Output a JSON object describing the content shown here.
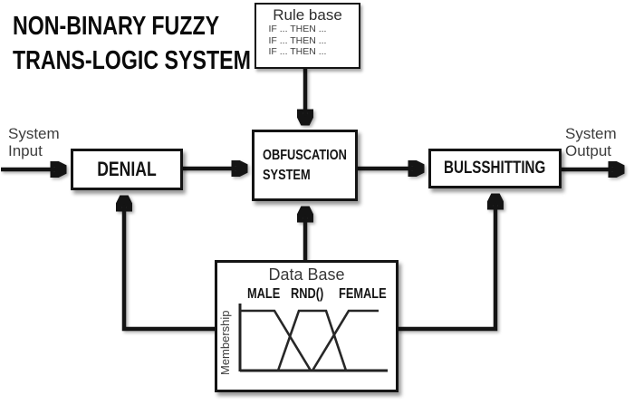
{
  "title": {
    "line1": "NON-BINARY FUZZY",
    "line2": "TRANS-LOGIC SYSTEM"
  },
  "io": {
    "input_line1": "System",
    "input_line2": "Input",
    "output_line1": "System",
    "output_line2": "Output"
  },
  "rule_base": {
    "title": "Rule base",
    "rules": [
      "IF ... THEN ...",
      "IF ... THEN ...",
      "IF ... THEN ..."
    ]
  },
  "denial": {
    "label": "DENIAL"
  },
  "obfuscation": {
    "line1": "OBFUSCATION",
    "line2": "SYSTEM"
  },
  "bullshitting": {
    "label": "BULSSHITTING"
  },
  "database": {
    "title": "Data Base",
    "membership": {
      "axis_label": "Membership",
      "categories": [
        "MALE",
        "RND()",
        "FEMALE"
      ],
      "axes": {
        "y": [
          [
            25,
            45
          ],
          [
            25,
            120
          ]
        ],
        "x": [
          [
            25,
            119
          ],
          [
            188,
            119
          ]
        ]
      },
      "curves": {
        "male": [
          [
            25,
            53
          ],
          [
            63,
            53
          ],
          [
            103,
            119
          ]
        ],
        "rnd": [
          [
            67,
            119
          ],
          [
            90,
            53
          ],
          [
            120,
            53
          ],
          [
            142,
            119
          ]
        ],
        "female": [
          [
            105,
            119
          ],
          [
            145,
            53
          ],
          [
            178,
            53
          ]
        ]
      }
    }
  },
  "colors": {
    "ink": "#141414",
    "gray_text": "#3d3d3d",
    "background": "#ffffff"
  }
}
